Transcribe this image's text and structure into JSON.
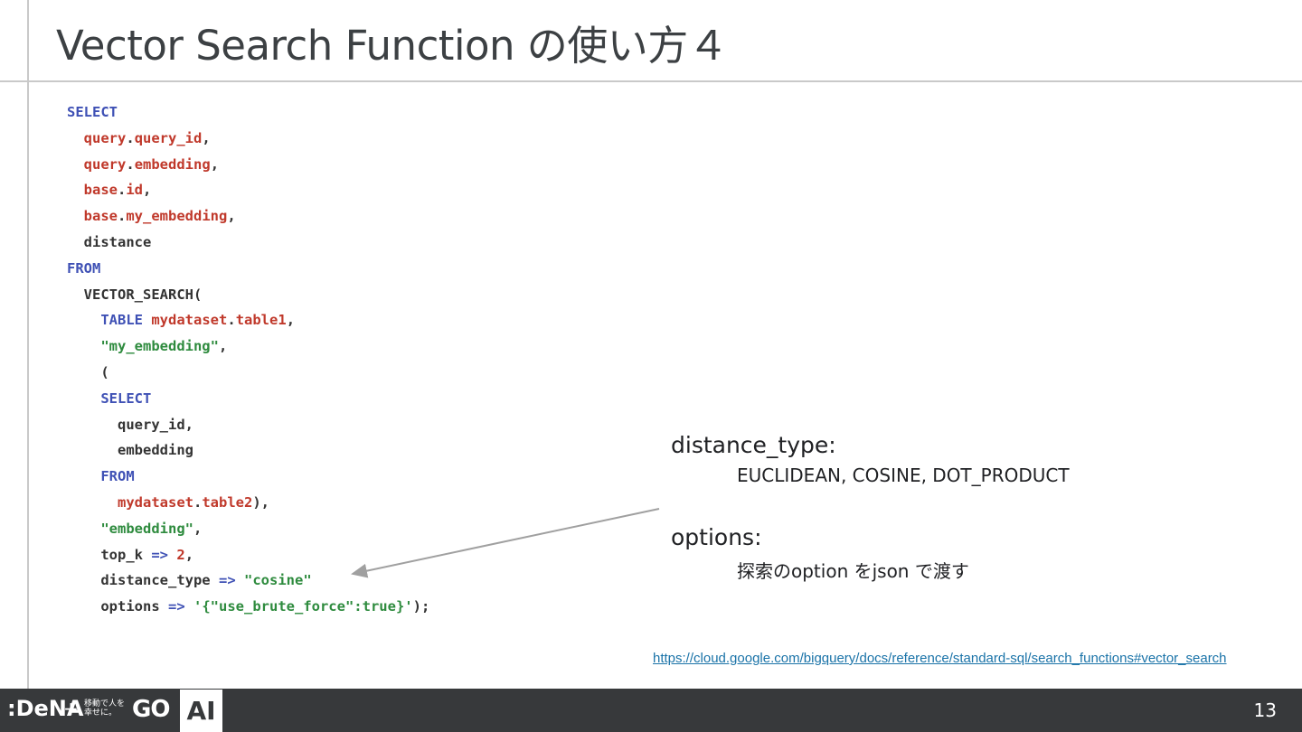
{
  "slide": {
    "title": "Vector Search Function の使い方４",
    "page_number": "13"
  },
  "code": {
    "select_1": "SELECT",
    "l1_obj": "query",
    "l1_dot": ".",
    "l1_field": "query_id",
    "l1_comma": ",",
    "l2_obj": "query",
    "l2_dot": ".",
    "l2_field": "embedding",
    "l2_comma": ",",
    "l3_obj": "base",
    "l3_dot": ".",
    "l3_field": "id",
    "l3_comma": ",",
    "l4_obj": "base",
    "l4_dot": ".",
    "l4_field": "my_embedding",
    "l4_comma": ",",
    "l5": "distance",
    "from_1": "FROM",
    "vs_call": "VECTOR_SEARCH(",
    "table_kw": "TABLE",
    "table_ds": "mydataset",
    "table_dot": ".",
    "table_name": "table1",
    "table_comma": ",",
    "col_1": "\"my_embedding\"",
    "col_1_comma": ",",
    "open_paren": "(",
    "select_2": "SELECT",
    "inner_1": "query_id,",
    "inner_2": "embedding",
    "from_2": "FROM",
    "inner_ds": "mydataset",
    "inner_dot": ".",
    "inner_table": "table2",
    "inner_close": "),",
    "col_2": "\"embedding\"",
    "col_2_comma": ",",
    "topk_name": "top_k ",
    "topk_arrow": "=>",
    "topk_val": "2",
    "topk_comma": ",",
    "dt_name": "distance_type ",
    "dt_arrow": "=>",
    "dt_val": "\"cosine\"",
    "opt_name": "options ",
    "opt_arrow": "=>",
    "opt_val": "'{\"use_brute_force\":true}'",
    "opt_close": ");"
  },
  "notes": {
    "distance_type_label": "distance_type:",
    "distance_type_values": "EUCLIDEAN, COSINE, DOT_PRODUCT",
    "options_label": "options:",
    "options_desc": "探索のoption をjson で渡す"
  },
  "source_link": "https://cloud.google.com/bigquery/docs/reference/standard-sql/search_functions#vector_search",
  "footer": {
    "logo": ":DeNA",
    "plus": "+",
    "tagline": "移動で人を幸せに。",
    "go_logo": "GO",
    "ai_badge": "AI"
  },
  "colors": {
    "keyword": "#3f51b5",
    "identifier": "#c0392b",
    "string": "#2e8b3e",
    "footer_bg": "#37393b"
  }
}
